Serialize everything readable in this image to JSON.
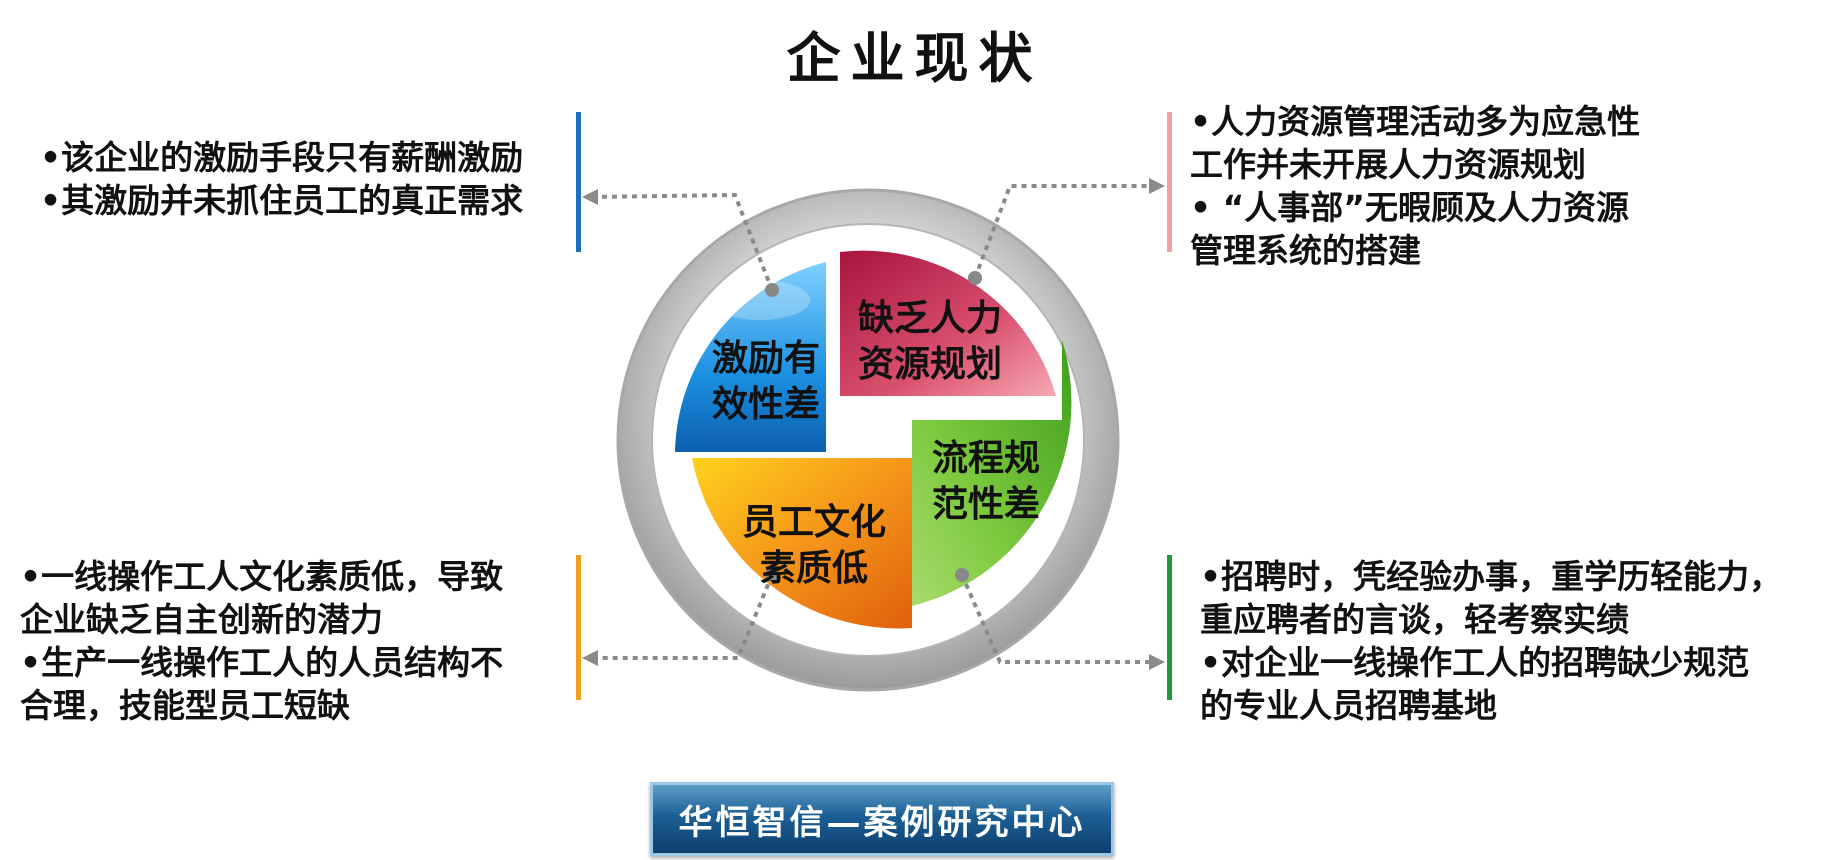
{
  "title": "企业现状",
  "quadrants": {
    "incentive": {
      "line1": "激励有",
      "line2": "效性差"
    },
    "planning": {
      "line1": "缺乏人力",
      "line2": "资源规划"
    },
    "process": {
      "line1": "流程规",
      "line2": "范性差"
    },
    "culture": {
      "line1": "员工文化",
      "line2": "素质低"
    }
  },
  "notes": {
    "top_left": [
      "•该企业的激励手段只有薪酬激励",
      "•其激励并未抓住员工的真正需求"
    ],
    "top_right": [
      "•人力资源管理活动多为应急性",
      "工作并未开展人力资源规划",
      "•  “人事部”无暇顾及人力资源",
      "管理系统的搭建"
    ],
    "bottom_left": [
      "•一线操作工人文化素质低，导致",
      "企业缺乏自主创新的潜力",
      "•生产一线操作工人的人员结构不",
      "合理，技能型员工短缺"
    ],
    "bottom_right": [
      "•招聘时，凭经验办事，重学历轻能力，",
      "重应聘者的言谈，轻考察实绩",
      "•对企业一线操作工人的招聘缺少规范",
      "的专业人员招聘基地"
    ]
  },
  "banner": "华恒智信—案例研究中心",
  "colors": {
    "blue": "#1f8fd8",
    "red": "#c8305a",
    "green": "#63b52f",
    "orange": "#f29a10",
    "ring": "#c9c9c9",
    "bar_blue": "#1a6fc0",
    "bar_pink": "#f2a0a8",
    "bar_orange": "#f0a020",
    "bar_green": "#1f9a3a"
  }
}
